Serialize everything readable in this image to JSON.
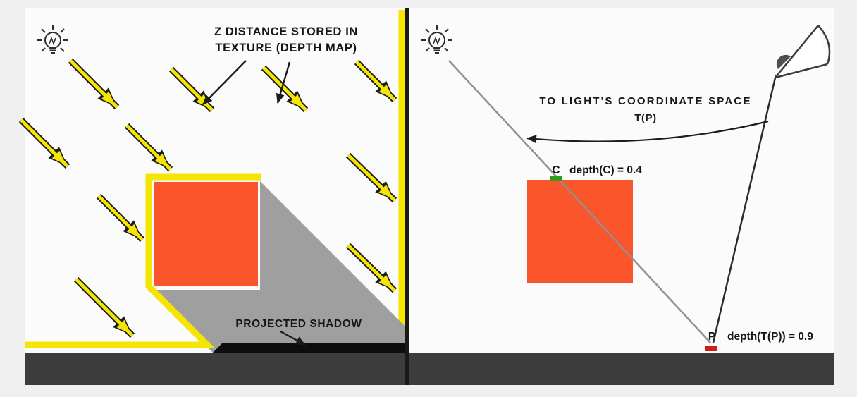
{
  "diagram": {
    "left_panel": {
      "depth_map_caption_line1": "Z DISTANCE STORED IN",
      "depth_map_caption_line2": "TEXTURE (DEPTH MAP)",
      "projected_shadow_caption": "PROJECTED SHADOW"
    },
    "right_panel": {
      "transform_caption": "TO LIGHT'S COORDINATE SPACE",
      "transform_symbol": "T(P)",
      "point_c": {
        "label": "C",
        "depth_text": "depth(C) = 0.4"
      },
      "point_p": {
        "label": "P",
        "depth_text": "depth(T(P)) = 0.9"
      }
    },
    "icons": {
      "light_bulb_left": "light-bulb",
      "light_bulb_right": "light-bulb",
      "eye": "eye-view-cone"
    },
    "colors": {
      "background": "#f0f0f0",
      "panel": "#fbfbfb",
      "ground": "#3c3c3c",
      "light_yellow": "#f4e600",
      "occluder_orange": "#fa552b",
      "shadow_gray": "#9f9f9f",
      "shadow_black": "#0e0e0e",
      "ink": "#161616",
      "point_c_green": "#2f9e1e",
      "point_p_red": "#d11c1c",
      "light_ray_gray": "#919191"
    }
  }
}
